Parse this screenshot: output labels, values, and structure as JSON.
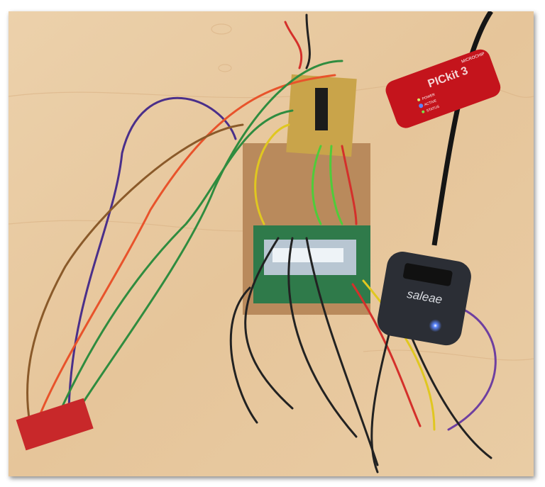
{
  "photo": {
    "programmer": {
      "brand": "MICROCHIP",
      "model": "PICkit 3",
      "leds": [
        "POWER",
        "ACTIVE",
        "STATUS"
      ],
      "color": "#c4141c"
    },
    "logic_analyzer": {
      "brand": "saleae",
      "color": "#2b2e35",
      "led_color": "#3d6bff"
    },
    "surface_color": "#e8c9a0",
    "cardboard_color": "#b98a5c"
  }
}
